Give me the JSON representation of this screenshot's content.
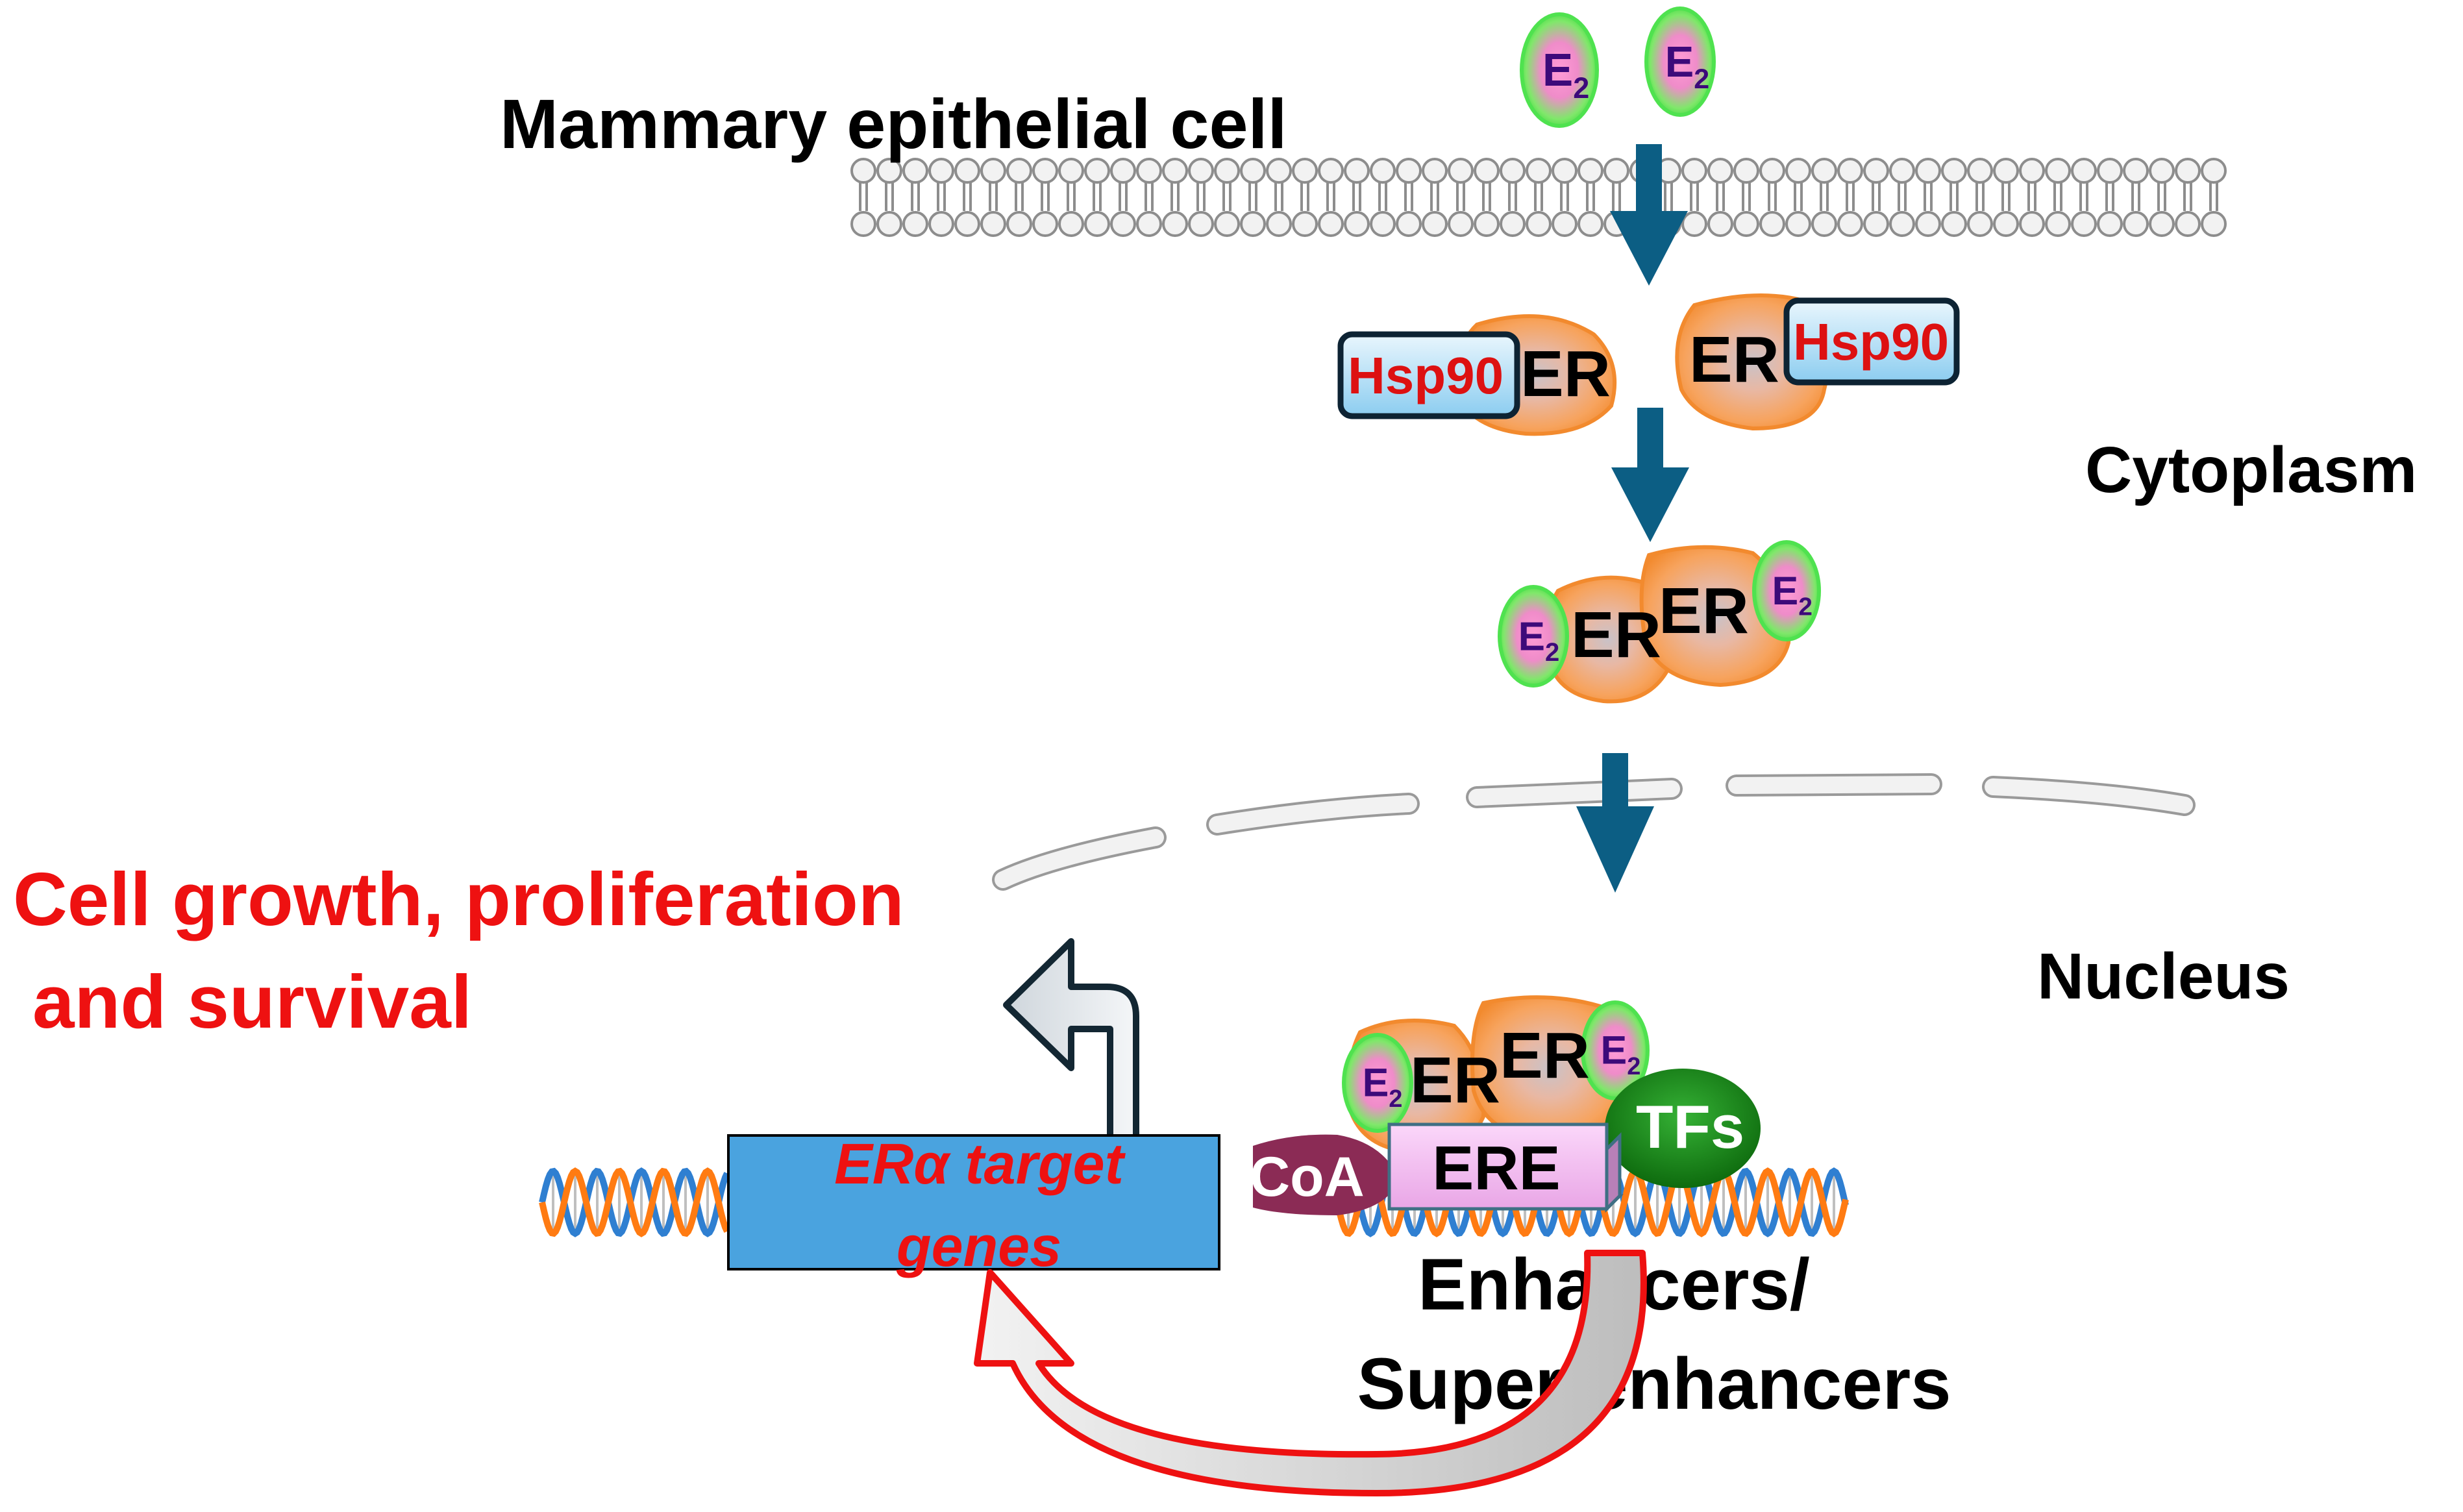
{
  "labels": {
    "cell_title": "Mammary epithelial cell",
    "cytoplasm": "Cytoplasm",
    "nucleus": "Nucleus",
    "outcome_line1": "Cell  growth, proliferation",
    "outcome_line2": "and survival",
    "target_line1": "ERα target",
    "target_line2": "genes",
    "enhancers_line1": "Enhancers/",
    "enhancers_line2": "Super-enhancers"
  },
  "molecules": {
    "e2_letter": "E",
    "e2_sub": "2",
    "er": "ER",
    "hsp90": "Hsp90",
    "ere": "ERE",
    "tfs": "TFs",
    "coa": "CoA"
  },
  "colors": {
    "arrow": "#0c5e84",
    "outcome_text": "#ee1111",
    "er_body": "#f6a15d",
    "er_outline": "#f28a2e",
    "e2_green": "#4fe24f",
    "e2_pink": "#ee82c8",
    "hsp90_fill": "#9fd6f3",
    "hsp90_text": "#dd1111",
    "gene_box": "#4aa3df",
    "ere_fill": "#f2b9f0",
    "tfs_fill": "#1d8e1d",
    "coa_fill": "#8b2b55",
    "dna_orange": "#ff7b12",
    "dna_blue": "#2f7fd1"
  }
}
